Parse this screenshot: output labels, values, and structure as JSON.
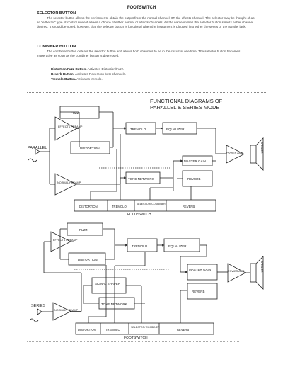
{
  "header": {
    "title": "FOOTSWITCH"
  },
  "selector": {
    "heading": "SELECTOR BUTTON",
    "paragraph": "The selector button allows the performer to obtain the output from the normal channel OR the effects channel. The selector may be thought of as an \"either/or\" type of control since it allows a choice of either normal or effects channels. As the name implies the selector button selects either channel desired. It should be noted, however, that the selector button is functional when the instrument is plugged into either the series or the parallel jack."
  },
  "combiner": {
    "heading": "COMBINER BUTTON",
    "paragraph": "The combiner button defeats the selector button and allows both channels to be in the circuit at one time. The selector button becomes inoperative as soon as the combiner button is depressed.",
    "buttons": [
      {
        "name": "Distortion/Fuzz Button.",
        "desc": "Activates Distortion/Fuzz."
      },
      {
        "name": "Reverb Button.",
        "desc": "Activates Reverb on both channels."
      },
      {
        "name": "Tremolo Button.",
        "desc": "Activates tremolo."
      }
    ]
  },
  "diagram": {
    "title_line1": "FUNCTIONAL DIAGRAMS OF",
    "title_line2": "PARALLEL & SERIES MODE",
    "parallel": {
      "input": "PARALLEL",
      "blocks": {
        "fuzz": "FUZZ",
        "effects_preamp": "EFFECTS PREAMP",
        "distortion": "DISTORTION",
        "normal_preamp": "NORMAL PREAMP",
        "tremolo": "TREMOLO",
        "equalizer": "EQUALIZER",
        "tone_network": "TONE NETWORK",
        "master_gain": "MASTER GAIN",
        "reverb": "REVERB",
        "power_amp": "POWER AMP",
        "speaker": "SPEAKER"
      },
      "footswitch": [
        "DISTORTION",
        "TREMOLO",
        "SELECTOR/ COMBINER",
        "REVERB"
      ],
      "footswitch_label": "FOOTSWITCH"
    },
    "series": {
      "input": "SERIES",
      "blocks": {
        "fuzz": "FUZZ",
        "effects_preamp": "EFFECTS PREAMP",
        "distortion": "DISTORTION",
        "tremolo": "TREMOLO",
        "equalizer": "EQUALIZER",
        "signal_shaper": "SIGNAL SHAPER",
        "tone_network": "TONE NETWORK",
        "normal_preamp": "NORMAL PREAMP",
        "master_gain": "MASTER GAIN",
        "reverb": "REVERB",
        "power_amp": "POWER AMP",
        "speaker": "SPEAKER"
      },
      "footswitch": [
        "DISTORTION",
        "TREMOLO",
        "SELECTOR/ COMBINER",
        "REVERB"
      ],
      "footswitch_label": "FOOTSWITCH"
    }
  }
}
